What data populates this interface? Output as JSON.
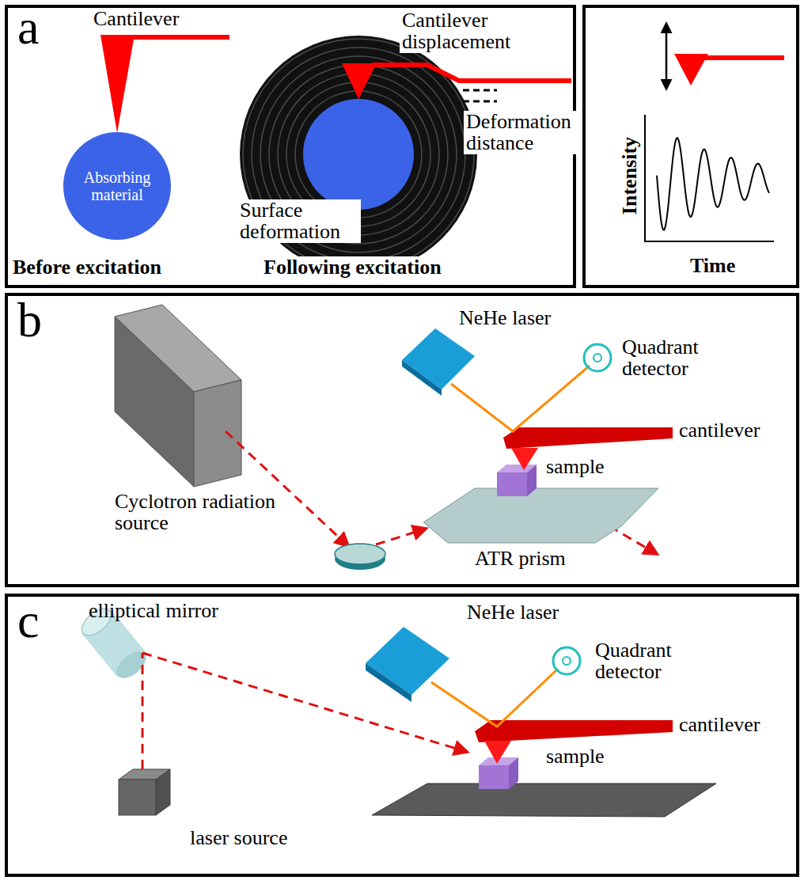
{
  "diagram": {
    "nodes": [
      {
        "text": [
          "Absorbing material"
        ]
      }
    ],
    "labels": [
      "a",
      "Cantilever",
      "Cantilever displacement",
      "Deformation distance",
      "Surface deformation",
      "Before excitation",
      "Following excitation",
      "Intensity",
      "Time",
      "b",
      "NeHe laser",
      "Quadrant detector",
      "cantilever",
      "sample",
      "Cyclotron radiation source",
      "ATR prism",
      "c",
      "elliptical mirror",
      "NeHe laser",
      "Quadrant detector",
      "cantilever",
      "sample",
      "laser source"
    ]
  }
}
